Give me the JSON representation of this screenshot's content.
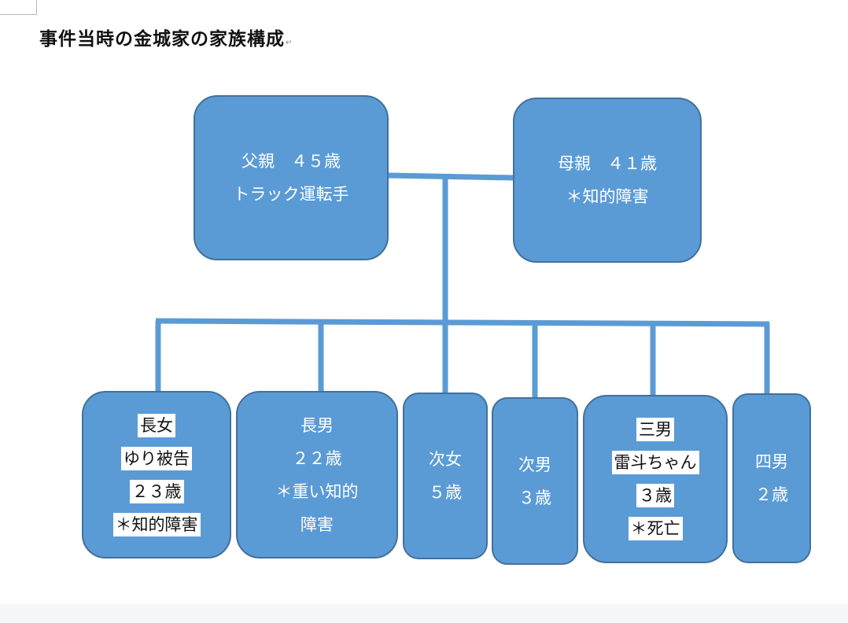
{
  "title": "事件当時の金城家の家族構成",
  "colors": {
    "box_fill": "#5b9bd5",
    "box_border": "#41719c",
    "connector": "#5b9bd5"
  },
  "parents": {
    "father": {
      "line1": "父親　４５歳",
      "line2": "トラック運転手"
    },
    "mother": {
      "line1": "母親　４１歳",
      "line2": "＊知的障害"
    }
  },
  "children": {
    "eldest_daughter": {
      "line1": "長女",
      "line2": "ゆり被告",
      "line3": "２３歳",
      "line4": "＊知的障害"
    },
    "eldest_son": {
      "line1": "長男",
      "line2": "２２歳",
      "line3": "＊重い知的",
      "line4": "障害"
    },
    "second_daughter": {
      "line1": "次女",
      "line2": "５歳"
    },
    "second_son": {
      "line1": "次男",
      "line2": "３歳"
    },
    "third_son": {
      "line1": "三男",
      "line2": "雷斗ちゃん",
      "line3": "３歳",
      "line4": "＊死亡"
    },
    "fourth_son": {
      "line1": "四男",
      "line2": "２歳"
    }
  }
}
